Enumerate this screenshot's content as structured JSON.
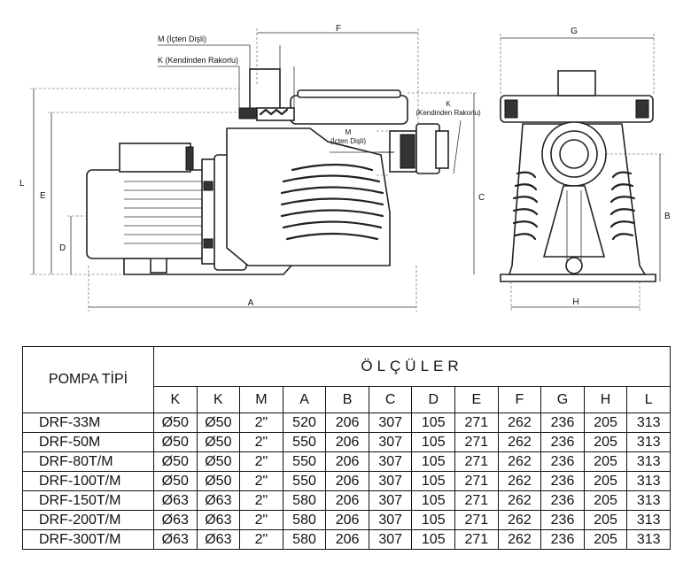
{
  "labels": {
    "m_inner": "M (İçten Dişli)",
    "k_union": "K (Kendinden Rakorlu)",
    "k_union_side_1": "K",
    "k_union_side_2": "(Kendinden Rakorlu)",
    "m_side_1": "M",
    "m_side_2": "(İçten Dişli)",
    "dim_a": "A",
    "dim_b": "B",
    "dim_c": "C",
    "dim_d": "D",
    "dim_e": "E",
    "dim_f": "F",
    "dim_g": "G",
    "dim_h": "H",
    "dim_l": "L"
  },
  "table": {
    "type_header": "POMPA TİPİ",
    "group_header": "ÖLÇÜLER",
    "columns": [
      "K",
      "K",
      "M",
      "A",
      "B",
      "C",
      "D",
      "E",
      "F",
      "G",
      "H",
      "L"
    ],
    "rows": [
      {
        "type": "DRF-33M",
        "values": [
          "Ø50",
          "Ø50",
          "2\"",
          "520",
          "206",
          "307",
          "105",
          "271",
          "262",
          "236",
          "205",
          "313"
        ]
      },
      {
        "type": "DRF-50M",
        "values": [
          "Ø50",
          "Ø50",
          "2\"",
          "550",
          "206",
          "307",
          "105",
          "271",
          "262",
          "236",
          "205",
          "313"
        ]
      },
      {
        "type": "DRF-80T/M",
        "values": [
          "Ø50",
          "Ø50",
          "2\"",
          "550",
          "206",
          "307",
          "105",
          "271",
          "262",
          "236",
          "205",
          "313"
        ]
      },
      {
        "type": "DRF-100T/M",
        "values": [
          "Ø50",
          "Ø50",
          "2\"",
          "550",
          "206",
          "307",
          "105",
          "271",
          "262",
          "236",
          "205",
          "313"
        ]
      },
      {
        "type": "DRF-150T/M",
        "values": [
          "Ø63",
          "Ø63",
          "2\"",
          "580",
          "206",
          "307",
          "105",
          "271",
          "262",
          "236",
          "205",
          "313"
        ]
      },
      {
        "type": "DRF-200T/M",
        "values": [
          "Ø63",
          "Ø63",
          "2\"",
          "580",
          "206",
          "307",
          "105",
          "271",
          "262",
          "236",
          "205",
          "313"
        ]
      },
      {
        "type": "DRF-300T/M",
        "values": [
          "Ø63",
          "Ø63",
          "2\"",
          "580",
          "206",
          "307",
          "105",
          "271",
          "262",
          "236",
          "205",
          "313"
        ]
      }
    ]
  }
}
